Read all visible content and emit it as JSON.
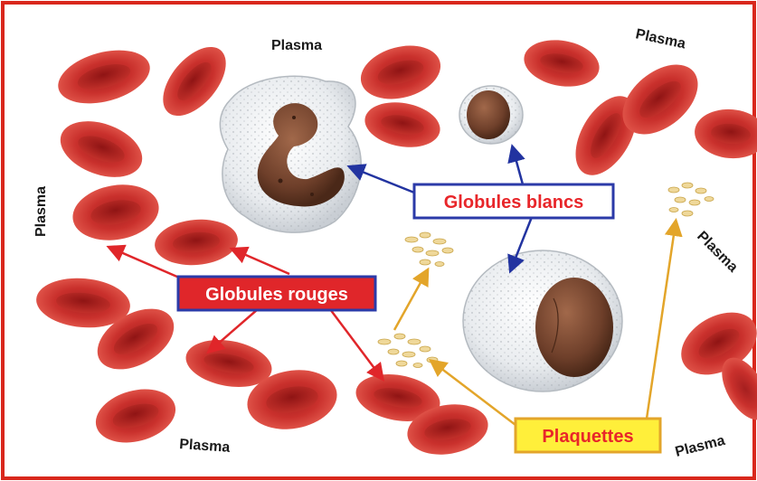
{
  "labels": {
    "globules_rouges": "Globules rouges",
    "globules_blancs": "Globules blancs",
    "plaquettes": "Plaquettes"
  },
  "plasma": [
    "Plasma",
    "Plasma",
    "Plasma",
    "Plasma",
    "Plasma",
    "Plasma"
  ],
  "colors": {
    "frame": "#d9271c",
    "red_cell": "#c9302c",
    "red_label_bg": "#e0262a",
    "blue_frame": "#2b3aa8",
    "blue_arrow": "#2233a0",
    "red_arrow": "#e0262a",
    "platelet_arrow": "#e3a52a",
    "yellow_label_bg": "#ffef3a",
    "label_text_red": "#e8262a"
  }
}
